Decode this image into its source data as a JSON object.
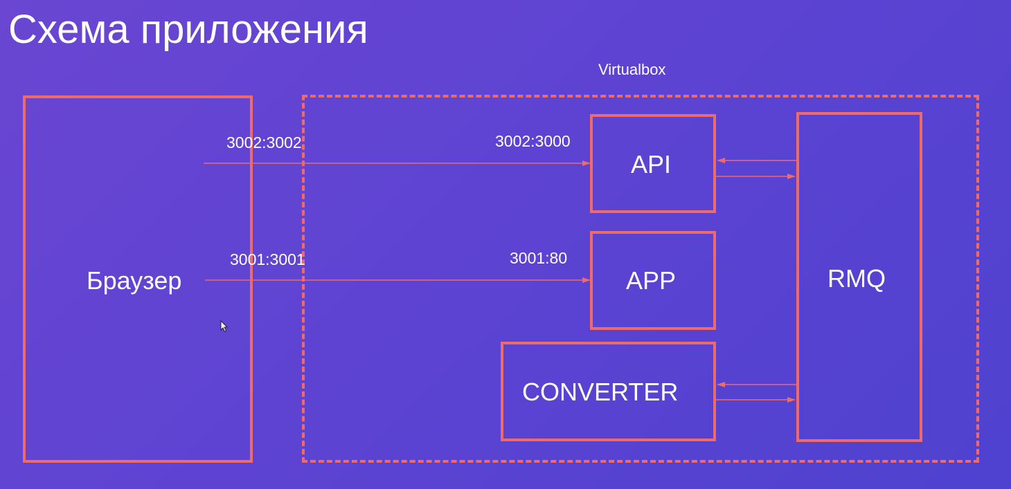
{
  "title": "Схема приложения",
  "virtualbox": {
    "label": "Virtualbox"
  },
  "nodes": {
    "browser": "Браузер",
    "api": "API",
    "app": "APP",
    "converter": "CONVERTER",
    "rmq": "RMQ"
  },
  "ports": {
    "browser_api_host": "3002:3002",
    "browser_api_vm": "3002:3000",
    "browser_app_host": "3001:3001",
    "browser_app_vm": "3001:80"
  },
  "colors": {
    "accent": "#f06a6a",
    "background_start": "#6a46d2",
    "background_end": "#4f42d0",
    "text": "#ffffff"
  }
}
